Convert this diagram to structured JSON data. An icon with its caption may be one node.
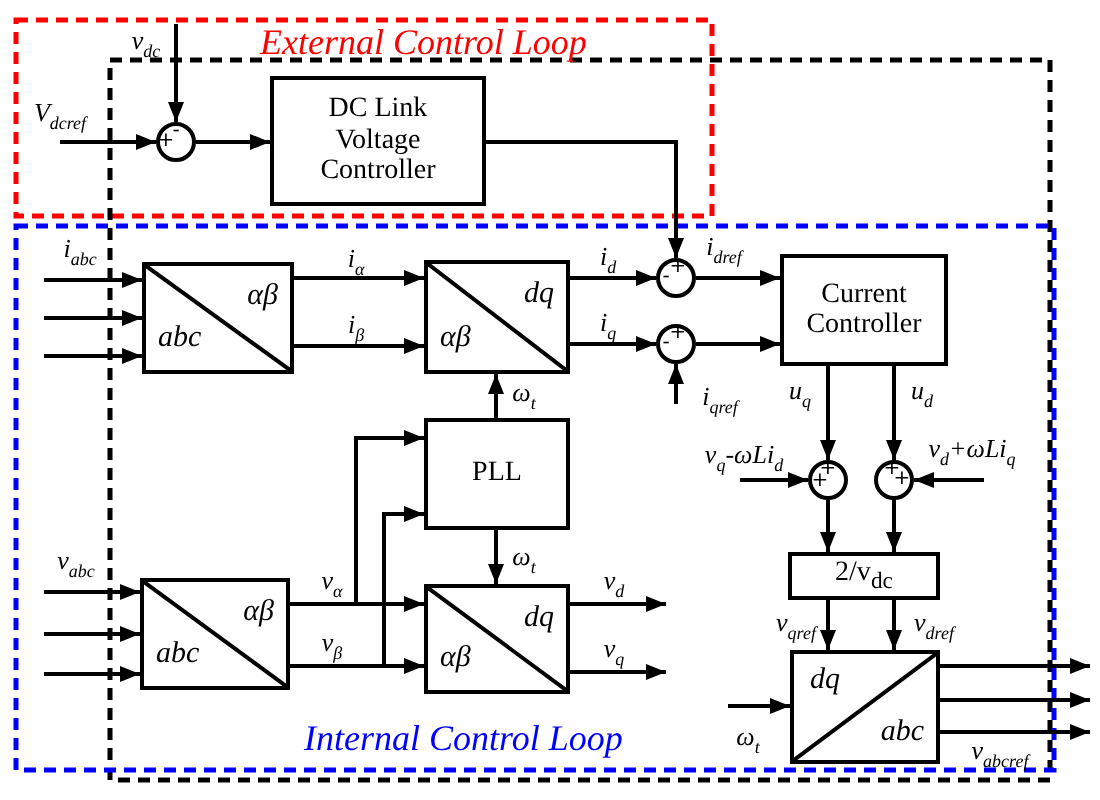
{
  "diagram": {
    "nodes": [
      {
        "text": [
          "+",
          "-"
        ]
      },
      {
        "text": [
          "DC Link Voltage Controller"
        ]
      },
      {
        "text": [
          "αβ",
          "abc"
        ]
      },
      {
        "text": [
          "dq",
          "αβ"
        ]
      },
      {
        "text": [
          "-",
          "+"
        ]
      },
      {
        "text": [
          "Current Controller"
        ]
      },
      {
        "text": [
          "-",
          "+"
        ]
      },
      {
        "text": [
          "PLL"
        ]
      },
      {
        "text": [
          "+",
          "+"
        ]
      },
      {
        "text": [
          "+",
          "+"
        ]
      },
      {
        "text": [
          "2/v$_{dc}$"
        ]
      },
      {
        "text": [
          "αβ",
          "abc"
        ]
      },
      {
        "text": [
          "dq",
          "αβ"
        ]
      },
      {
        "text": [
          "dq",
          "abc"
        ]
      }
    ],
    "edges": [
      {
        "from": null,
        "to": 0,
        "arrow": "to",
        "label": "v$_{dc}$"
      },
      {
        "from": null,
        "to": 0,
        "arrow": "to",
        "label": "V$_{dcref}$"
      },
      {
        "from": 0,
        "to": 1,
        "arrow": "to"
      },
      {
        "from": 1,
        "to": 4,
        "arrow": "to",
        "label": "i$_{dref}$"
      },
      {
        "from": null,
        "to": 2,
        "arrow": "to"
      },
      {
        "from": null,
        "to": 2,
        "arrow": "to"
      },
      {
        "from": null,
        "to": 2,
        "arrow": "to"
      },
      {
        "from": 2,
        "to": 3,
        "arrow": "to",
        "label": "i$_{α}$"
      },
      {
        "from": 2,
        "to": 3,
        "arrow": "to",
        "label": "i$_{β}$"
      },
      {
        "from": 3,
        "to": 4,
        "arrow": "to",
        "label": "i$_{d}$"
      },
      {
        "from": 3,
        "to": 6,
        "arrow": "to",
        "label": "i$_{q}$"
      },
      {
        "from": null,
        "to": 6,
        "arrow": "to",
        "label": "i$_{qref}$"
      },
      {
        "from": 4,
        "to": 5,
        "arrow": "to"
      },
      {
        "from": 6,
        "to": 5,
        "arrow": "to"
      },
      {
        "from": 7,
        "to": 3,
        "arrow": "to",
        "label": "ω$_{t}$"
      },
      {
        "from": 7,
        "to": 12,
        "arrow": "to",
        "label": "ω$_{t}$"
      },
      {
        "from": 11,
        "to": 7,
        "arrow": "to"
      },
      {
        "from": 11,
        "to": 7,
        "arrow": "to"
      },
      {
        "from": 11,
        "to": 12,
        "arrow": "to",
        "label": "v$_{α}$"
      },
      {
        "from": 11,
        "to": 12,
        "arrow": "to",
        "label": "v$_{β}$"
      },
      {
        "from": null,
        "to": 11,
        "arrow": "to"
      },
      {
        "from": null,
        "to": 11,
        "arrow": "to"
      },
      {
        "from": null,
        "to": 11,
        "arrow": "to"
      },
      {
        "from": 12,
        "to": null,
        "arrow": "to",
        "label": "v$_{d}$"
      },
      {
        "from": 12,
        "to": null,
        "arrow": "to",
        "label": "v$_{q}$"
      },
      {
        "from": 5,
        "to": 8,
        "arrow": "to",
        "label": "u$_{q}$"
      },
      {
        "from": 5,
        "to": 9,
        "arrow": "to",
        "label": "u$_{d}$"
      },
      {
        "from": null,
        "to": 8,
        "arrow": "to",
        "label": "v$_{q}$-ωLi$_{d}$"
      },
      {
        "from": null,
        "to": 9,
        "arrow": "to",
        "label": "v$_{d}$+ωLi$_{q}$"
      },
      {
        "from": 8,
        "to": 10,
        "arrow": "to"
      },
      {
        "from": 9,
        "to": 10,
        "arrow": "to"
      },
      {
        "from": 10,
        "to": 13,
        "arrow": "to",
        "label": "v$_{qref}$"
      },
      {
        "from": 10,
        "to": 13,
        "arrow": "to",
        "label": "v$_{dref}$"
      },
      {
        "from": null,
        "to": 13,
        "arrow": "to",
        "label": "ω$_{t}$"
      },
      {
        "from": 13,
        "to": null,
        "arrow": "to"
      },
      {
        "from": 13,
        "to": null,
        "arrow": "to"
      },
      {
        "from": 13,
        "to": null,
        "arrow": "to",
        "label": "v$_{abcref}$"
      }
    ],
    "labels": [
      "External Control Loop",
      "i$_{abc}$",
      "v$_{abc}$",
      "Internal Control Loop"
    ]
  }
}
